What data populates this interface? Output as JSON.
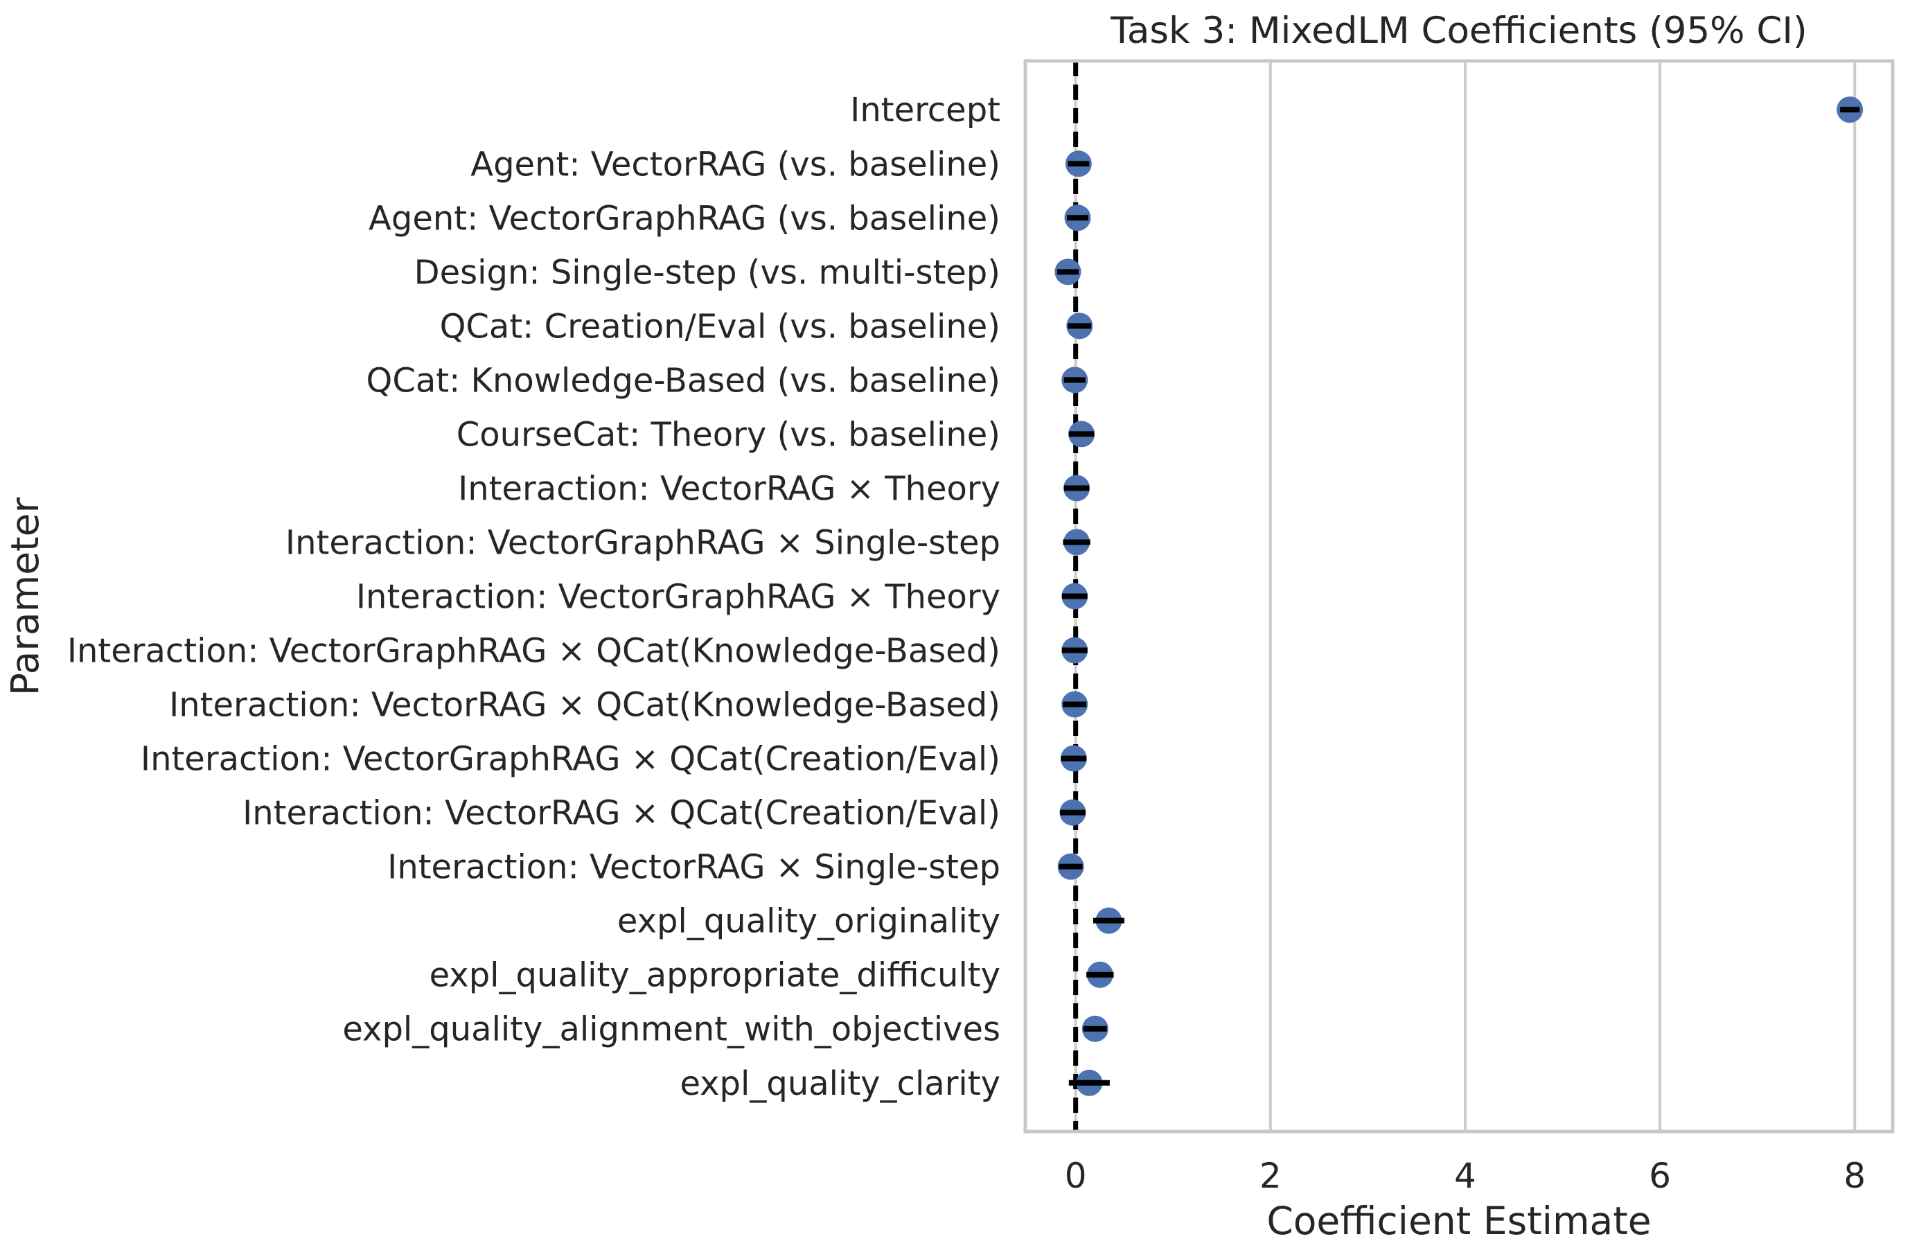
{
  "chart_data": {
    "type": "scatter",
    "title": "Task 3: MixedLM Coefficients (95% CI)",
    "xlabel": "Coefficient Estimate",
    "ylabel": "Parameter",
    "xticks": [
      0,
      2,
      4,
      6,
      8
    ],
    "xlim": [
      -0.517,
      8.39
    ],
    "grid": "vertical-only",
    "zero_reference_line": 0,
    "colors": {
      "dot": "#4C72B0",
      "error_bar": "#000000",
      "zero_line": "#000000",
      "gridline": "#cccccc",
      "spine": "#c8c8c8",
      "text": "#262626"
    },
    "series_name": "MixedLM coefficient estimates with 95% confidence intervals",
    "rows": [
      {
        "label": "Intercept",
        "value": 7.95,
        "ci": 0.1
      },
      {
        "label": "Agent: VectorRAG (vs. baseline)",
        "value": 0.03,
        "ci": 0.11
      },
      {
        "label": "Agent: VectorGraphRAG (vs. baseline)",
        "value": 0.02,
        "ci": 0.11
      },
      {
        "label": "Design: Single-step (vs. multi-step)",
        "value": -0.08,
        "ci": 0.11
      },
      {
        "label": "QCat: Creation/Eval (vs. baseline)",
        "value": 0.04,
        "ci": 0.12
      },
      {
        "label": "QCat: Knowledge-Based (vs. baseline)",
        "value": -0.01,
        "ci": 0.11
      },
      {
        "label": "CourseCat: Theory (vs. baseline)",
        "value": 0.06,
        "ci": 0.13
      },
      {
        "label": "Interaction: VectorRAG × Theory",
        "value": 0.01,
        "ci": 0.13
      },
      {
        "label": "Interaction: VectorGraphRAG × Single-step",
        "value": 0.01,
        "ci": 0.14
      },
      {
        "label": "Interaction: VectorGraphRAG × Theory",
        "value": -0.01,
        "ci": 0.13
      },
      {
        "label": "Interaction: VectorGraphRAG × QCat(Knowledge-Based)",
        "value": -0.01,
        "ci": 0.13
      },
      {
        "label": "Interaction: VectorRAG × QCat(Knowledge-Based)",
        "value": -0.01,
        "ci": 0.12
      },
      {
        "label": "Interaction: VectorGraphRAG × QCat(Creation/Eval)",
        "value": -0.02,
        "ci": 0.13
      },
      {
        "label": "Interaction: VectorRAG × QCat(Creation/Eval)",
        "value": -0.03,
        "ci": 0.13
      },
      {
        "label": "Interaction: VectorRAG × Single-step",
        "value": -0.05,
        "ci": 0.12
      },
      {
        "label": "expl_quality_originality",
        "value": 0.34,
        "ci": 0.16
      },
      {
        "label": "expl_quality_appropriate_difficulty",
        "value": 0.25,
        "ci": 0.14
      },
      {
        "label": "expl_quality_alignment_with_objectives",
        "value": 0.2,
        "ci": 0.12
      },
      {
        "label": "expl_quality_clarity",
        "value": 0.14,
        "ci": 0.21
      }
    ]
  }
}
